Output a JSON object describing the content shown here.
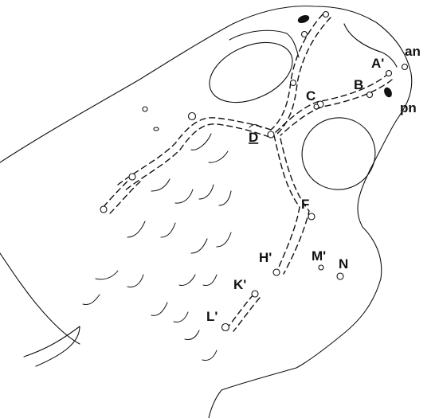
{
  "figure": {
    "labels": {
      "an": "an",
      "pn": "pn",
      "A": "A'",
      "B": "B",
      "C": "C",
      "D": "D",
      "F": "F",
      "H": "H'",
      "M": "M'",
      "N": "N",
      "K": "K'",
      "L": "L'"
    }
  }
}
